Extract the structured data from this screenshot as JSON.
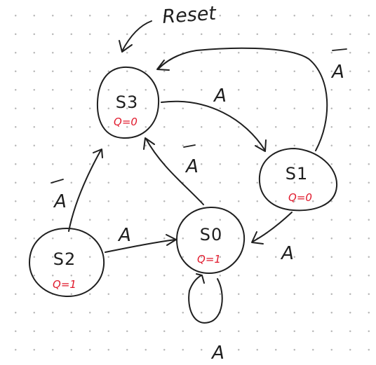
{
  "colors": {
    "ink": "#1f1f1f",
    "output": "#e0182b",
    "grid_dot": "#b9b9b9"
  },
  "reset_label": "Reset",
  "states": [
    {
      "id": "s3",
      "name": "S3",
      "output": "Q=0"
    },
    {
      "id": "s1",
      "name": "S1",
      "output": "Q=0"
    },
    {
      "id": "s0",
      "name": "S0",
      "output": "Q=1"
    },
    {
      "id": "s2",
      "name": "S2",
      "output": "Q=1"
    }
  ],
  "transitions": [
    {
      "from": "S3",
      "to": "S1",
      "label": "A",
      "negated": false
    },
    {
      "from": "S1",
      "to": "S3",
      "label": "A",
      "negated": true
    },
    {
      "from": "S1",
      "to": "S0",
      "label": "A",
      "negated": false
    },
    {
      "from": "S0",
      "to": "S3",
      "label": "A",
      "negated": true
    },
    {
      "from": "S2",
      "to": "S3",
      "label": "A",
      "negated": true
    },
    {
      "from": "S2",
      "to": "S0",
      "label": "A",
      "negated": false
    },
    {
      "from": "S0",
      "to": "S0",
      "label": "A",
      "negated": false
    }
  ]
}
